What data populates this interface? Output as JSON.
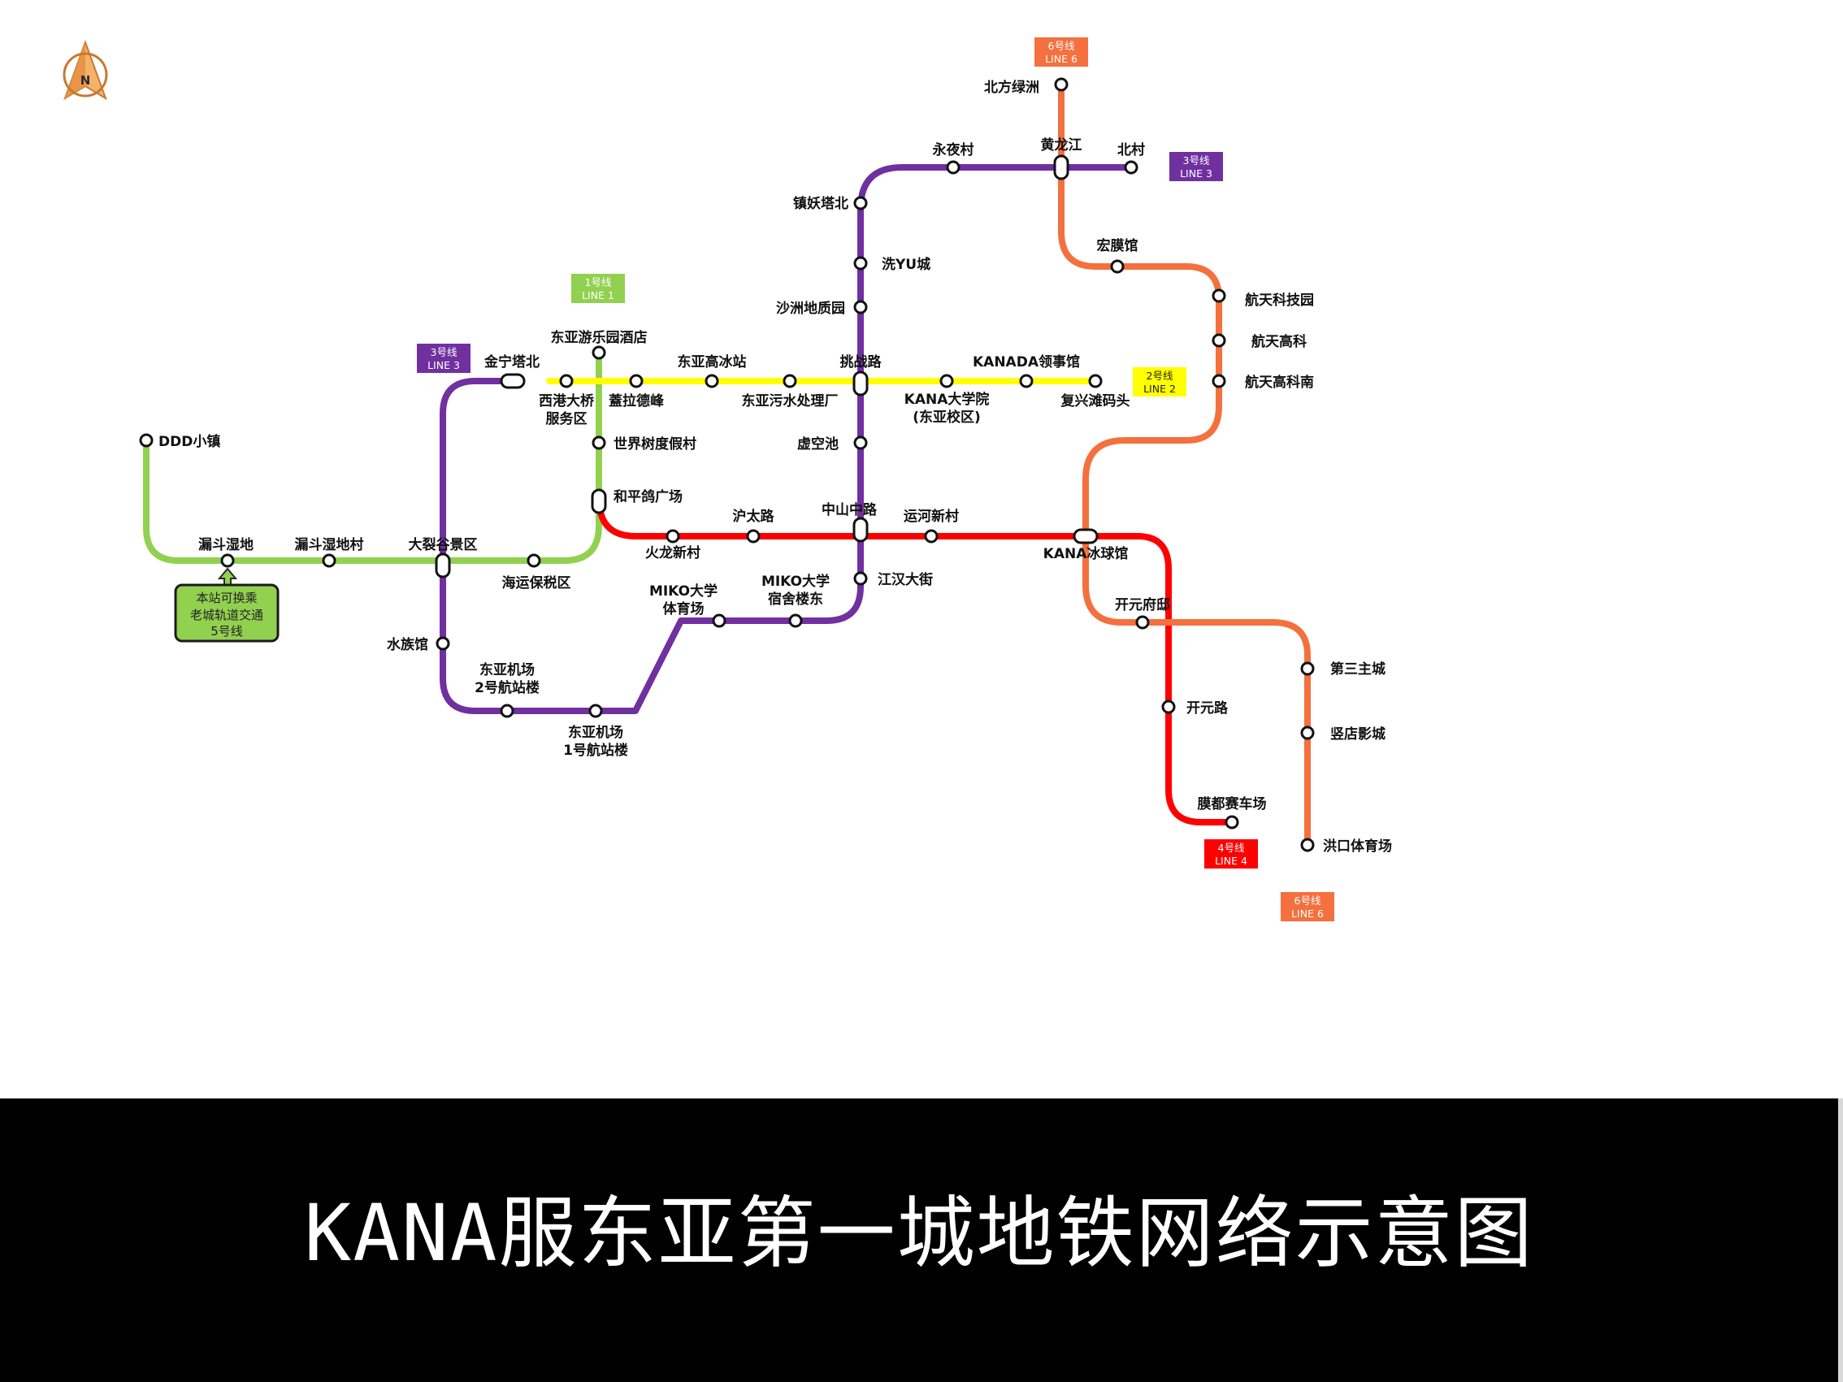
{
  "colors": {
    "line1": "#92d050",
    "line2": "#ffff00",
    "line3": "#7030a0",
    "line4": "#ff0000",
    "line6": "#f4703e",
    "transfer_note": "#92d050",
    "footer": "#000000"
  },
  "compass": {
    "letter": "N",
    "icon": "compass-north-icon"
  },
  "badges": [
    {
      "id": "line6-top",
      "l1": "6号线",
      "l2": "LINE 6",
      "color": "#f4703e"
    },
    {
      "id": "line3-right",
      "l1": "3号线",
      "l2": "LINE 3",
      "color": "#7030a0"
    },
    {
      "id": "line1",
      "l1": "1号线",
      "l2": "LINE 1",
      "color": "#92d050"
    },
    {
      "id": "line3-left",
      "l1": "3号线",
      "l2": "LINE 3",
      "color": "#7030a0"
    },
    {
      "id": "line2",
      "l1": "2号线",
      "l2": "LINE 2",
      "color": "#ffff00"
    },
    {
      "id": "line4",
      "l1": "4号线",
      "l2": "LINE 4",
      "color": "#ff0000"
    },
    {
      "id": "line6-bottom",
      "l1": "6号线",
      "l2": "LINE 6",
      "color": "#f4703e"
    }
  ],
  "transfer_note": {
    "lines": [
      "本站可换乘",
      "老城轨道交通",
      "5号线"
    ],
    "icon": "arrow-up-icon"
  },
  "stations": [
    {
      "id": "s01",
      "name": [
        "北方绿洲"
      ]
    },
    {
      "id": "s02",
      "name": [
        "永夜村"
      ]
    },
    {
      "id": "s03",
      "name": [
        "黄龙江"
      ]
    },
    {
      "id": "s04",
      "name": [
        "北村"
      ]
    },
    {
      "id": "s05",
      "name": [
        "镇妖塔北"
      ]
    },
    {
      "id": "s06",
      "name": [
        "宏膜馆"
      ]
    },
    {
      "id": "s07",
      "name": [
        "洗YU城"
      ]
    },
    {
      "id": "s08",
      "name": [
        "航天科技园"
      ]
    },
    {
      "id": "s09",
      "name": [
        "沙洲地质园"
      ]
    },
    {
      "id": "s10",
      "name": [
        "航天高科"
      ]
    },
    {
      "id": "s11",
      "name": [
        "东亚游乐园酒店"
      ]
    },
    {
      "id": "s12",
      "name": [
        "金宁塔北"
      ]
    },
    {
      "id": "s13",
      "name": [
        "东亚高冰站"
      ]
    },
    {
      "id": "s14",
      "name": [
        "挑战路"
      ]
    },
    {
      "id": "s15",
      "name": [
        "KANADA领事馆"
      ]
    },
    {
      "id": "s16",
      "name": [
        "航天高科南"
      ]
    },
    {
      "id": "s17",
      "name": [
        "西港大桥",
        "服务区"
      ]
    },
    {
      "id": "s18",
      "name": [
        "蓋拉德峰"
      ]
    },
    {
      "id": "s19",
      "name": [
        "东亚污水处理厂"
      ]
    },
    {
      "id": "s20",
      "name": [
        "KANA大学院",
        "(东亚校区)"
      ]
    },
    {
      "id": "s21",
      "name": [
        "复兴滩码头"
      ]
    },
    {
      "id": "s22",
      "name": [
        "DDD小镇"
      ]
    },
    {
      "id": "s23",
      "name": [
        "世界树度假村"
      ]
    },
    {
      "id": "s24",
      "name": [
        "虚空池"
      ]
    },
    {
      "id": "s25",
      "name": [
        "和平鸽广场"
      ]
    },
    {
      "id": "s26",
      "name": [
        "沪太路"
      ]
    },
    {
      "id": "s27",
      "name": [
        "中山中路"
      ]
    },
    {
      "id": "s28",
      "name": [
        "运河新村"
      ]
    },
    {
      "id": "s29",
      "name": [
        "漏斗湿地"
      ]
    },
    {
      "id": "s30",
      "name": [
        "漏斗湿地村"
      ]
    },
    {
      "id": "s31",
      "name": [
        "大裂谷景区"
      ]
    },
    {
      "id": "s32",
      "name": [
        "火龙新村"
      ]
    },
    {
      "id": "s33",
      "name": [
        "KANA冰球馆"
      ]
    },
    {
      "id": "s34",
      "name": [
        "海运保税区"
      ]
    },
    {
      "id": "s35",
      "name": [
        "江汉大街"
      ]
    },
    {
      "id": "s36",
      "name": [
        "MIKO大学",
        "宿舍楼东"
      ]
    },
    {
      "id": "s37",
      "name": [
        "MIKO大学",
        "体育场"
      ]
    },
    {
      "id": "s38",
      "name": [
        "开元府邸"
      ]
    },
    {
      "id": "s39",
      "name": [
        "水族馆"
      ]
    },
    {
      "id": "s40",
      "name": [
        "第三主城"
      ]
    },
    {
      "id": "s41",
      "name": [
        "东亚机场",
        "2号航站楼"
      ]
    },
    {
      "id": "s42",
      "name": [
        "开元路"
      ]
    },
    {
      "id": "s43",
      "name": [
        "竖店影城"
      ]
    },
    {
      "id": "s44",
      "name": [
        "东亚机场",
        "1号航站楼"
      ]
    },
    {
      "id": "s45",
      "name": [
        "膜都赛车场"
      ]
    },
    {
      "id": "s46",
      "name": [
        "洪口体育场"
      ]
    }
  ],
  "footer": {
    "title": "KANA服东亚第一城地铁网络示意图"
  }
}
